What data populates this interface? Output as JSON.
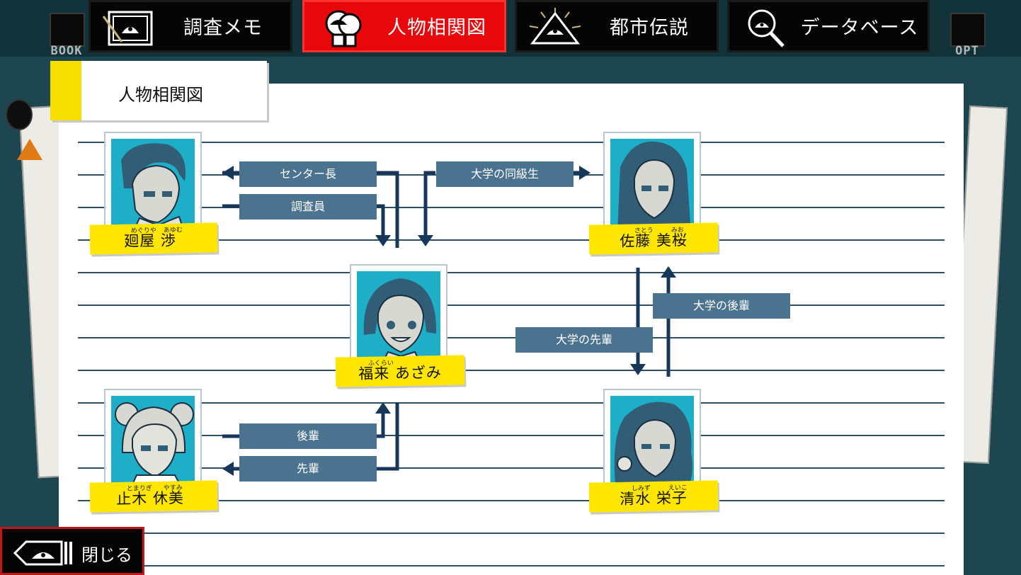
{
  "top_nav": {
    "left_icon_label": "BOOK",
    "right_icon_label": "OPT",
    "tabs": [
      {
        "label": "調査メモ",
        "active": false,
        "icon": "notebook-icon"
      },
      {
        "label": "人物相関図",
        "active": true,
        "icon": "people-icon"
      },
      {
        "label": "都市伝説",
        "active": false,
        "icon": "pyramid-eye-icon"
      },
      {
        "label": "データベース",
        "active": false,
        "icon": "magnifier-icon"
      }
    ]
  },
  "page_title": "人物相関図",
  "characters": [
    {
      "id": "meguriya",
      "name": "廻屋 渉",
      "ruby_family": "めぐりや",
      "ruby_given": "あゆむ"
    },
    {
      "id": "sato",
      "name": "佐藤 美桜",
      "ruby_family": "さとう",
      "ruby_given": "みお"
    },
    {
      "id": "fukurai",
      "name": "福来 あざみ",
      "ruby_family": "ふくらい",
      "ruby_given": ""
    },
    {
      "id": "tomaruki",
      "name": "止木 休美",
      "ruby_family": "とまりぎ",
      "ruby_given": "やすみ"
    },
    {
      "id": "shimizu",
      "name": "清水 栄子",
      "ruby_family": "しみず",
      "ruby_given": "えいこ"
    }
  ],
  "relations": [
    {
      "label": "センター長"
    },
    {
      "label": "調査員"
    },
    {
      "label": "大学の同級生"
    },
    {
      "label": "大学の後輩"
    },
    {
      "label": "大学の先輩"
    },
    {
      "label": "後輩"
    },
    {
      "label": "先輩"
    }
  ],
  "close_button": {
    "label": "閉じる"
  },
  "colors": {
    "accent_red": "#e8080c",
    "name_yellow": "#ffe600",
    "relation_blue": "#4b738f",
    "wire_navy": "#17365a",
    "portrait_cyan": "#1eaec8"
  }
}
